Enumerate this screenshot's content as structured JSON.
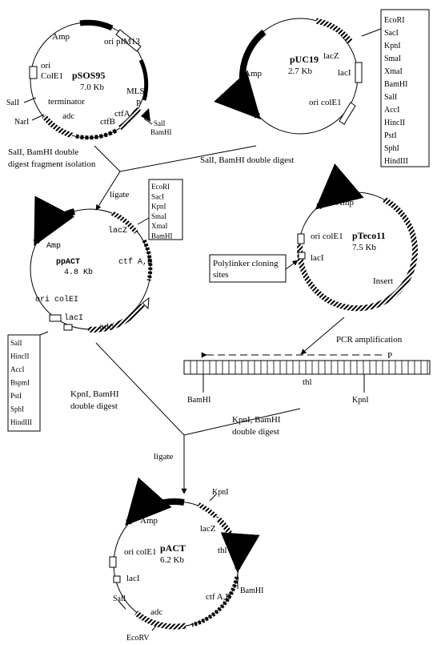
{
  "plasmids": {
    "psos95": {
      "name": "pSOS95",
      "size": "7.0 Kb",
      "labels": {
        "amp": "Amp",
        "ori_pim13": "ori pIM13",
        "mls": "MLS",
        "ori_colE1_a": "ori",
        "ori_colE1_b": "ColE1",
        "terminator": "terminator",
        "adc": "adc",
        "ctfB": "ctfB",
        "ctfA": "ctfA",
        "p": "P",
        "sal": "SalI",
        "nar": "NarI",
        "sal2": "SalI",
        "bam": "BamHI"
      }
    },
    "puc19": {
      "name": "pUC19",
      "size": "2.7 Kb",
      "labels": {
        "lacz": "lacZ",
        "amp": "Amp",
        "laci": "lacI",
        "ori": "ori colE1"
      },
      "sites": [
        "EcoRI",
        "SacI",
        "KpnI",
        "SmaI",
        "XmaI",
        "BamHI",
        "SalI",
        "AccI",
        "HincII",
        "PstI",
        "SphI",
        "HindIII"
      ]
    },
    "ppact": {
      "name": "ppACT",
      "size": "4.8 Kb",
      "labels": {
        "lacz": "lacZ",
        "amp": "Amp",
        "ctf": "ctf A,B",
        "ori": "ori colEI",
        "laci": "lacI",
        "adc": "adc"
      },
      "sites_top": [
        "EcoRI",
        "SacI",
        "KpnI",
        "SmaI",
        "XmaI",
        "BamHI"
      ],
      "sites_bottom": [
        "SalI",
        "HincII",
        "AccI",
        "BspmI",
        "PstI",
        "SphI",
        "HindIII"
      ]
    },
    "pteco11": {
      "name": "pTeco11",
      "size": "7.5 Kb",
      "labels": {
        "amp": "Amp",
        "ori": "ori colE1",
        "laci": "lacI",
        "insert": "Insert"
      },
      "polylinker": [
        "Polylinker cloning",
        "sites"
      ]
    },
    "pact": {
      "name": "pACT",
      "size": "6.2 Kb",
      "labels": {
        "amp": "Amp",
        "lacz": "lacZ",
        "kpn": "KpnI",
        "thl": "thl",
        "ori": "ori colE1",
        "laci": "lacI",
        "bam": "BamHI",
        "ctf": "ctf A,B",
        "sal": "SalI",
        "adc": "adc",
        "ecorv": "EcoRV"
      }
    }
  },
  "steps": {
    "digest_left": [
      "SalI, BamHI double",
      "digest fragment isolation"
    ],
    "digest_right": "SalI, BamHI double digest",
    "ligate1": "ligate",
    "pcr": "PCR amplification",
    "kpn_left": [
      "KpnI, BamHI",
      "double digest"
    ],
    "kpn_right": [
      "KpnI, BamHI",
      "double digest"
    ],
    "ligate2": "ligate"
  },
  "pcr_fragment": {
    "p": "P",
    "thl": "thl",
    "bam": "BamHI",
    "kpn": "KpnI"
  }
}
